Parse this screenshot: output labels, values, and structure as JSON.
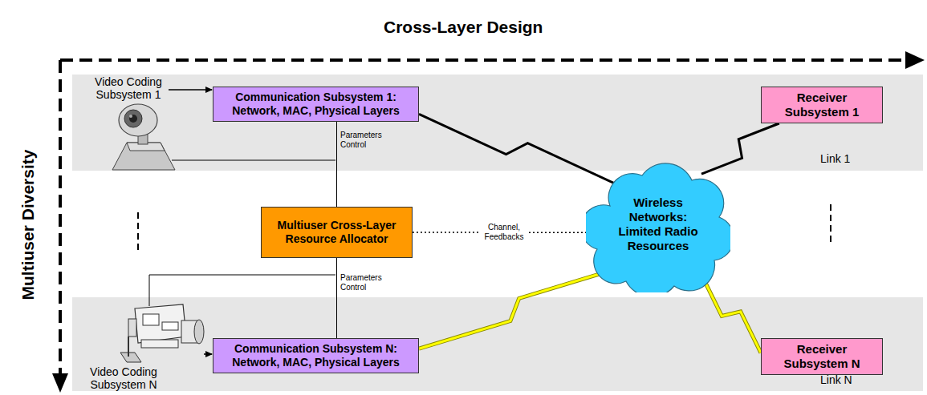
{
  "diagram": {
    "title": "Cross-Layer Design",
    "nodes": [
      {
        "text": [
          "Communication Subsystem 1: Network, MAC, Physical Layers"
        ]
      },
      {
        "text": [
          "Receiver Subsystem 1"
        ]
      },
      {
        "text": [
          "Multiuser Cross-Layer Resource Allocator"
        ]
      },
      {
        "text": [
          "Wireless Networks: Limited Radio Resources"
        ]
      },
      {
        "text": [
          "Communication Subsystem N: Network, MAC, Physical Layers"
        ]
      },
      {
        "text": [
          "Receiver Subsystem N"
        ]
      }
    ],
    "edges": [
      {
        "from": 2,
        "to": 0,
        "arrow": "none"
      },
      {
        "from": 2,
        "to": 4,
        "arrow": "none"
      },
      {
        "from": 2,
        "to": 3,
        "label": "Channel, Feedbacks",
        "arrow": "none"
      },
      {
        "from": 0,
        "to": 3,
        "arrow": "none"
      },
      {
        "from": 3,
        "to": 1,
        "arrow": "none"
      },
      {
        "from": 4,
        "to": 3,
        "arrow": "none"
      },
      {
        "from": 3,
        "to": 5,
        "arrow": "none"
      }
    ],
    "labels": [
      "Video Coding Subsystem 1",
      "Parameters Control",
      "Link 1",
      "Parameters Control",
      "Video Coding Subsystem N",
      "Link N",
      "Multiuser Diversity"
    ]
  }
}
